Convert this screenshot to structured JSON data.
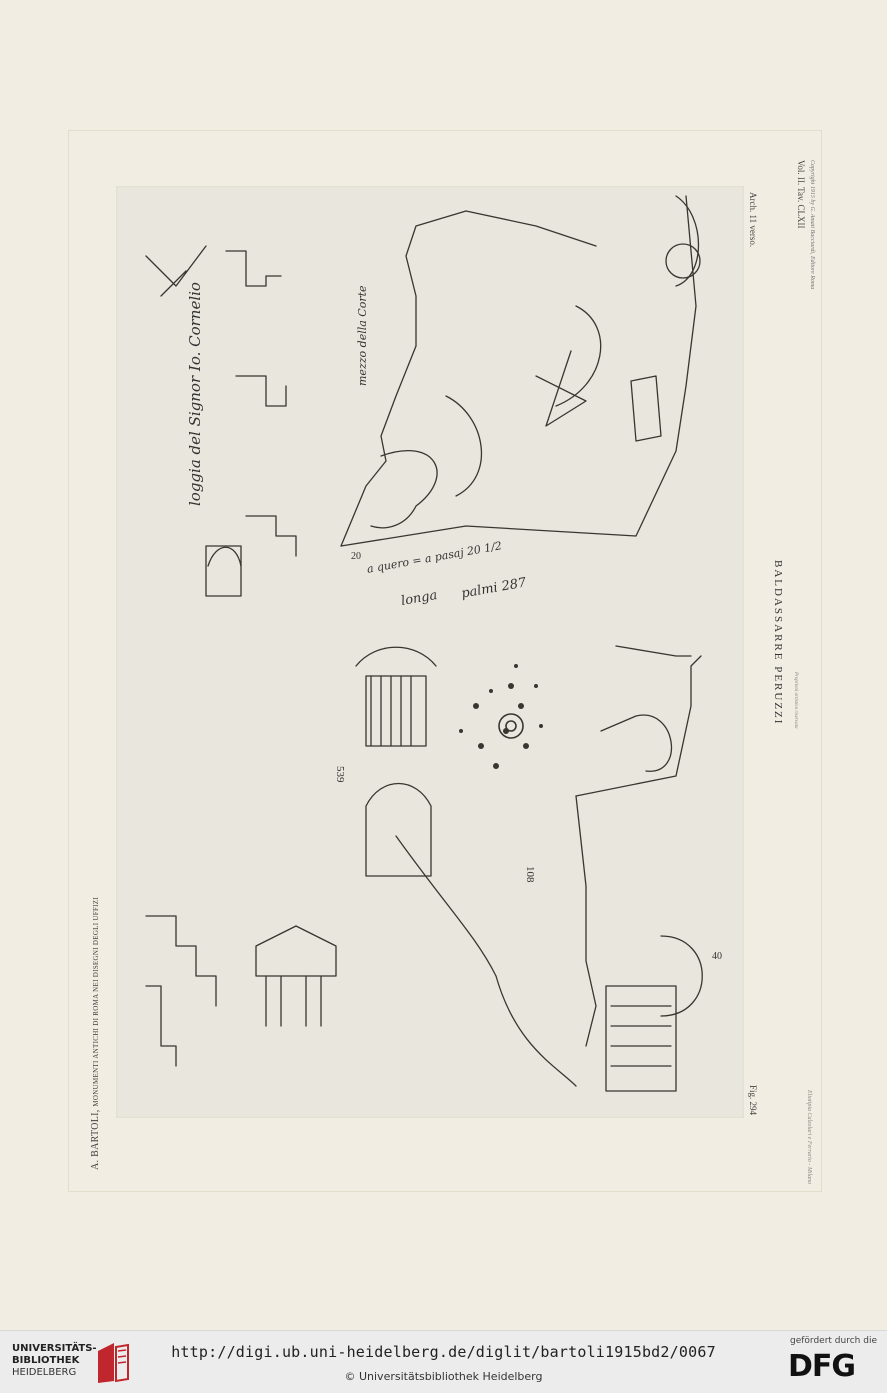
{
  "plate": {
    "left_caption_main": "A. BARTOLI,",
    "left_caption_small": "MONUMENTI ANTICHI DI ROMA NEI DISEGNI DEGLI UFFIZI",
    "vol_tav": "Vol. II. Tav. CLXII",
    "sheet_ref": "Arch. 11 verso.",
    "artist": "BALDASSARRE  PERUZZI",
    "fig": "Fig. 294",
    "copyright": "Copyright 1915 by G. Amati Bacciardi, Editore Roma",
    "ownership": "Proprietà artistica riservata",
    "printer": "Eliotipia Calzolari e Ferrario - Milano"
  },
  "drawing_text": {
    "longa": "longa",
    "palmi": "palmi 287",
    "a_quero": "a quero = a pasaj 20 1/2",
    "loggia": "loggia del Signor Io. Cornelio",
    "mezzo": "mezzo della Corte",
    "n1": "20",
    "n2": "40",
    "n3": "108",
    "n4": "539"
  },
  "footer": {
    "logo_line1": "UNIVERSITÄTS-",
    "logo_line2": "BIBLIOTHEK",
    "logo_line3": "HEIDELBERG",
    "url": "http://digi.ub.uni-heidelberg.de/diglit/bartoli1915bd2/0067",
    "copyright": "© Universitätsbibliothek Heidelberg",
    "funded_by": "gefördert durch die",
    "dfg": "DFG"
  },
  "colors": {
    "paper": "#f1ede2",
    "drawing_sheet": "#e9e6dd",
    "ink": "#3a3530",
    "footer_bg": "#ececec",
    "ub_red": "#c0262d"
  }
}
